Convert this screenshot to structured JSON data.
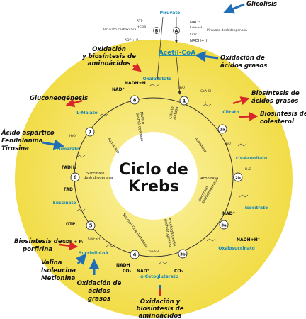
{
  "title": {
    "line1": "Ciclo de",
    "line2": "Krebs"
  },
  "top": {
    "piruvato": "Piruvato",
    "atp": "ATP",
    "hco3": "HCO3⁻",
    "adp_pi": "ADP + Pᵢ",
    "piruvato_carboxilasa": "Piruvato carboxilasa",
    "nad": "NAD⁺",
    "coash": "CoA-SH",
    "co2": "CO2",
    "nadh": "NADH+H⁺",
    "piruvato_deshidrogenasa": "Piruvato deshidrogenasa",
    "acetil_coa": "Acetil-CoA",
    "step_b": "B",
    "step_a": "A"
  },
  "external": {
    "glicolisis": "Glicolisis",
    "oxid_acidos_grasos_top": "Oxidación de ácidos grasos",
    "oxid_amino_top": "Oxidación y biosíntesis de aminoácidos",
    "gluconeogenesis": "Gluconeogénesis",
    "biosintesis_acidos_grasos": "Biosíntesis de ácidos grasos",
    "biosintesis_colesterol": "Biosíntesis de colesterol",
    "aspartico": "Ácido aspártico Fenilalanina Tirosina",
    "porfirina": "Biosíntesis de porfirina",
    "valina": "Valina Isoleucina Metionina",
    "oxid_acidos_grasos_bottom": "Oxidación de ácidos grasos",
    "oxid_amino_bottom": "Oxidación y biosíntesis de aminoácidos"
  },
  "metabolites": {
    "oxalacetato": "Oxalacetato",
    "citrato": "Citrato",
    "cis_aconitato": "cis-Aconitato",
    "isocitrato": "Isocitrato",
    "oxalosuccinato": "Oxalosuccinato",
    "cetoglutarato": "α-Cetoglutarato",
    "succinil_coa": "Succinil-CoA",
    "succinato": "Succinato",
    "fumarato": "Fumarato",
    "l_malato": "L-Malato"
  },
  "enzymes": {
    "malato_dh": "Malato deshidrogenasa",
    "citrato_sintasa": "Citrato sintasa",
    "aconitasa1": "Aconitasa",
    "aconitasa2": "Aconitasa",
    "isocitrato_dh": "Isocitrato deshidrogenasa",
    "akg_dh": "α-cetoglutarato deshidrogenasa",
    "succinil_sintetasa": "Succinil-CoA-Sintetasa",
    "succinato_dh": "Succinato deshidrogenasa",
    "fumarasa": "Fumarasa"
  },
  "cofactors": {
    "nad_8": "NAD⁺",
    "nadh_8": "NADH+H⁺",
    "fadh2": "FADH₂",
    "fad": "FAD",
    "gtp": "GTP",
    "gdp": "GDP + Pᵢ",
    "nadh_4": "NADH",
    "co2_4": "CO₂",
    "nad_4": "NAD⁺",
    "co2_3b": "CO₂",
    "nad_3a": "NAD⁺",
    "nadh_3a": "NADH+H⁺",
    "h2o_1": "H₂O",
    "h2o_2a": "H₂O",
    "h2o_2b": "H₂O",
    "h2o_7": "H₂O",
    "coash_1": "CoA-SH",
    "coash_5": "CoA-SH",
    "coash_4": "CoA-SH"
  },
  "steps": [
    "1",
    "2a",
    "2b",
    "3a",
    "3b",
    "4",
    "5",
    "6",
    "7",
    "8"
  ],
  "colors": {
    "ring": "#f5e463",
    "ring_edge": "#efd94a",
    "inner": "#ffffff",
    "metabolite": "#1a86b5",
    "arrow_in": "#1e6fb8",
    "arrow_out": "#d62828",
    "ring_line": "#333333"
  }
}
